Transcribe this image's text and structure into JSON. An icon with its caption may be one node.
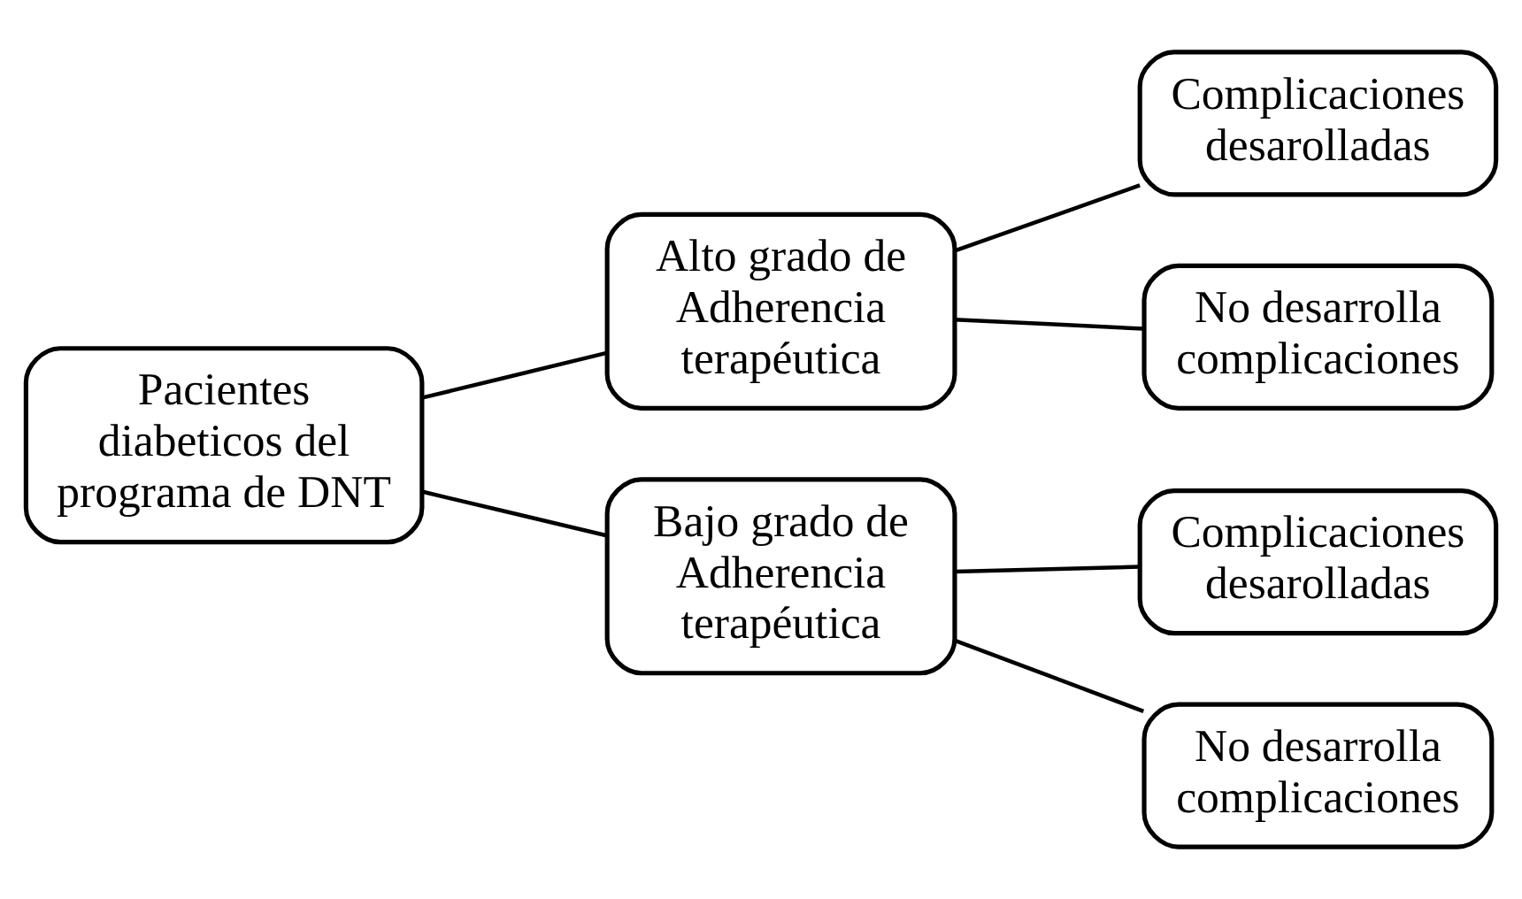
{
  "diagram": {
    "nodes": [
      {
        "text": [
          "Pacientes diabeticos del programa de DNT"
        ]
      },
      {
        "text": [
          "Alto grado de Adherencia terapéutica"
        ]
      },
      {
        "text": [
          "Complicaciones desarolladas"
        ]
      },
      {
        "text": [
          "No desarrolla complicaciones"
        ]
      },
      {
        "text": [
          "Bajo grado de Adherencia terapéutica"
        ]
      },
      {
        "text": [
          "Complicaciones desarolladas"
        ]
      },
      {
        "text": [
          "No desarrolla complicaciones"
        ]
      }
    ],
    "edges": [
      {
        "from": 0,
        "to": 1,
        "arrow": "none"
      },
      {
        "from": 0,
        "to": 4,
        "arrow": "none"
      },
      {
        "from": 1,
        "to": 2,
        "arrow": "none"
      },
      {
        "from": 1,
        "to": 3,
        "arrow": "none"
      },
      {
        "from": 4,
        "to": 5,
        "arrow": "none"
      },
      {
        "from": 4,
        "to": 6,
        "arrow": "none"
      }
    ]
  }
}
